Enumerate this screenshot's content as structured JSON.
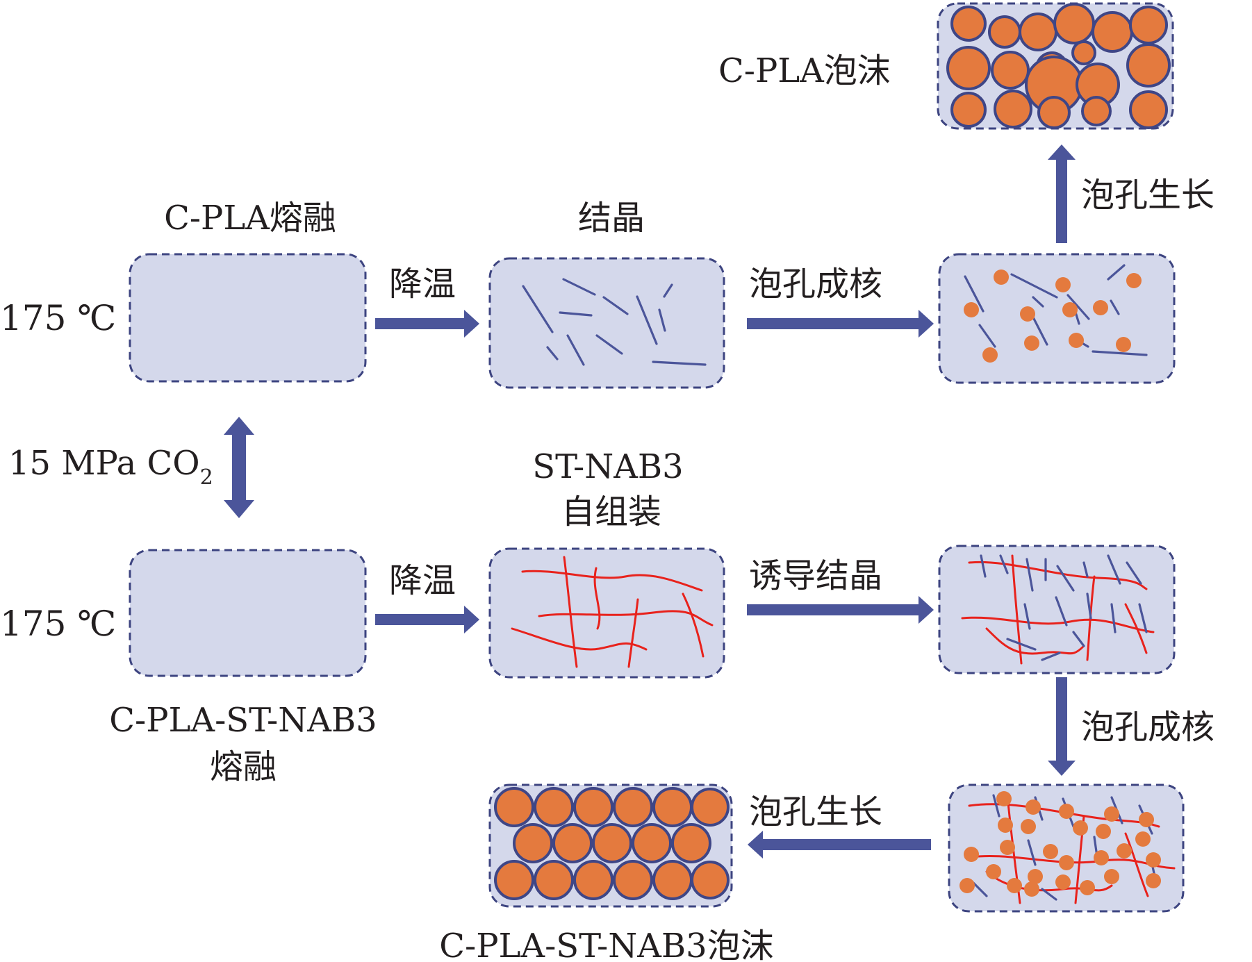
{
  "top_row": {
    "melt_title": "C-PLA熔融",
    "temperature": "175 ℃",
    "cooling_label": "降温",
    "crystal_title": "结晶",
    "nucleation_label": "泡孔成核",
    "growth_label": "泡孔生长",
    "foam_title": "C-PLA泡沫"
  },
  "pressure": {
    "text": "15 MPa CO",
    "subscript": "2"
  },
  "bottom_row": {
    "temperature": "175 ℃",
    "melt_title_line1": "C-PLA-ST-NAB3",
    "melt_title_line2": "熔融",
    "cooling_label": "降温",
    "selfassembly_line1": "ST-NAB3",
    "selfassembly_line2": "自组装",
    "induced_label": "诱导结晶",
    "nucleation_label": "泡孔成核",
    "growth_label": "泡孔生长",
    "foam_title": "C-PLA-ST-NAB3泡沫"
  },
  "colors": {
    "box_fill": "#d4d8eb",
    "box_border": "#3d4480",
    "arrow": "#4b559a",
    "bubble": "#e47a3e",
    "crystal": "#4b559a",
    "fibril": "#e8221c"
  }
}
